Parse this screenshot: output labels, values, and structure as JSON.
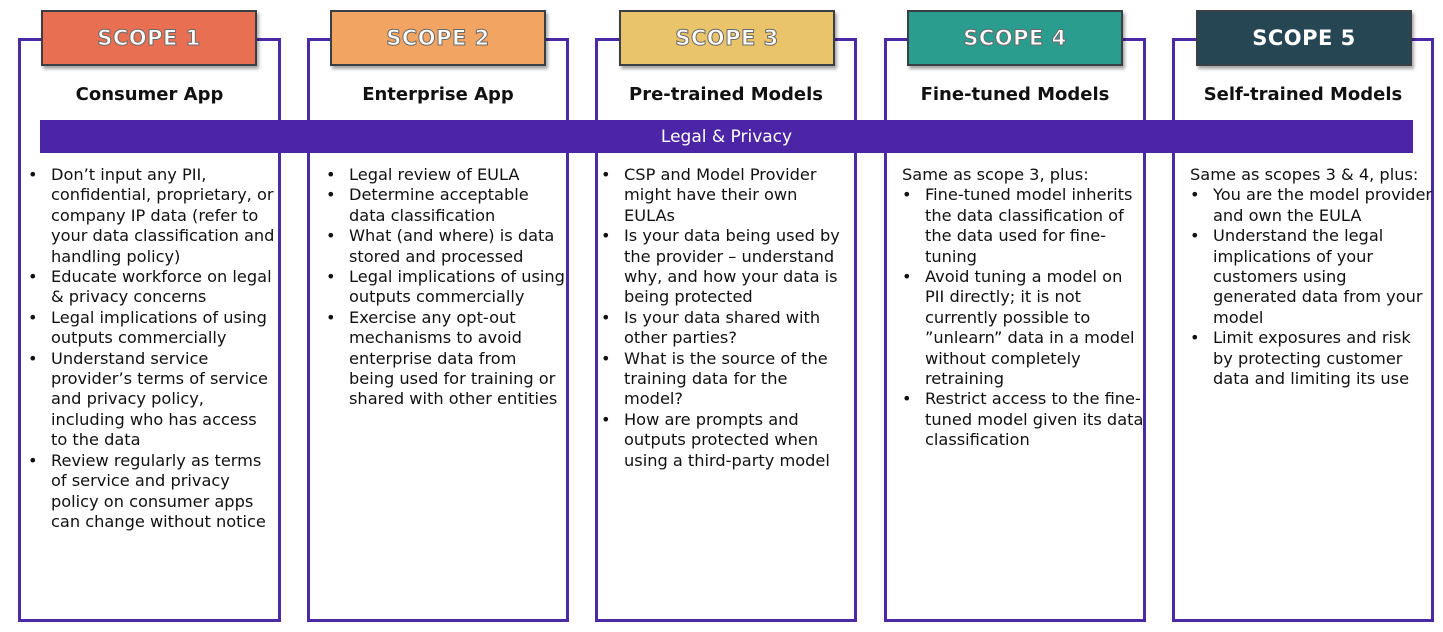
{
  "banner": {
    "label": "Legal & Privacy",
    "color": "#4b25a6"
  },
  "border_color": "#4b2aa6",
  "scopes": [
    {
      "tag": "SCOPE 1",
      "tag_color": "#e86f52",
      "title": "Consumer App",
      "intro": "",
      "items": [
        "Don’t input any PII, confidential, proprietary, or company IP data (refer to your data classification and handling policy)",
        "Educate workforce on legal & privacy concerns",
        "Legal implications of using outputs commercially",
        "Understand service provider’s terms of service and privacy policy, including who has access to the data",
        "Review regularly as terms of service and privacy policy on consumer apps can change without notice"
      ]
    },
    {
      "tag": "SCOPE 2",
      "tag_color": "#f2a463",
      "title": "Enterprise App",
      "intro": "",
      "items": [
        "Legal review of EULA",
        "Determine acceptable data classification",
        "What (and where) is data stored and processed",
        "Legal implications of using outputs commercially",
        "Exercise any opt-out mechanisms to avoid enterprise data from being used for training or shared with other entities"
      ]
    },
    {
      "tag": "SCOPE 3",
      "tag_color": "#e9c46a",
      "title": "Pre-trained Models",
      "intro": "",
      "items": [
        "CSP and Model Provider might have their own EULAs",
        "Is your data being used by the provider – understand why, and how your data is being protected",
        "Is your data shared with other parties?",
        "What is the source of the training data for the model?",
        "How are prompts and outputs protected when using a third-party model"
      ]
    },
    {
      "tag": "SCOPE 4",
      "tag_color": "#2a9d8f",
      "title": "Fine-tuned Models",
      "intro": "Same as scope 3, plus:",
      "items": [
        "Fine-tuned model inherits the data classification of the data used for fine-tuning",
        "Avoid tuning a model on PII directly; it is not currently possible to ”unlearn” data in a model without completely retraining",
        "Restrict access to the fine-tuned model given its data classification"
      ]
    },
    {
      "tag": "SCOPE 5",
      "tag_color": "#264653",
      "title": "Self-trained Models",
      "intro": "Same as scopes 3 & 4, plus:",
      "items": [
        "You are the model provider and own the EULA",
        "Understand the legal implications of your customers using generated data from your model",
        "Limit exposures and risk by protecting customer data and limiting its use"
      ]
    }
  ]
}
